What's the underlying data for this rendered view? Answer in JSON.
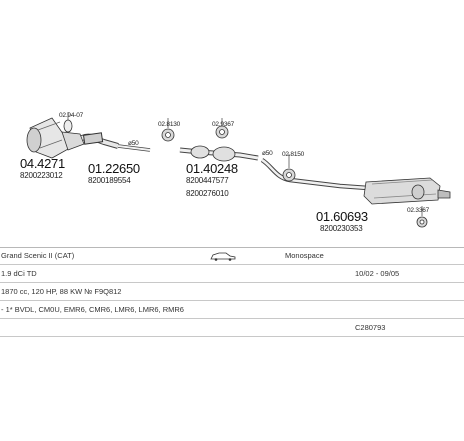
{
  "parts": [
    {
      "number": "04.4271",
      "oem": "8200223012"
    },
    {
      "number": "01.22650",
      "oem": "8200189554"
    },
    {
      "number": "01.40248",
      "oem": "8200447577",
      "oem2": "8200276010"
    },
    {
      "number": "01.60693",
      "oem": "8200230353"
    }
  ],
  "fittings": {
    "gasket_left": "02.94-07",
    "clamp_1": "02.8130",
    "clamp_2": "02.9367",
    "clamp_3": "02.8150",
    "clamp_4": "02.3367"
  },
  "diameters": {
    "d1": "ø50",
    "d2": "ø50"
  },
  "table": {
    "model": "Grand Scenic II (CAT)",
    "variant": "Monospace",
    "engine": "1.9 dCi TD",
    "date_range": "10/02 - 09/05",
    "specs": "1870 cc, 120 HP, 88 KW № F9Q812",
    "types": "- 1* BVDL, CM0U, EMR6, CMR6, LMR6, LMR6, RMR6",
    "code": "C280793"
  }
}
